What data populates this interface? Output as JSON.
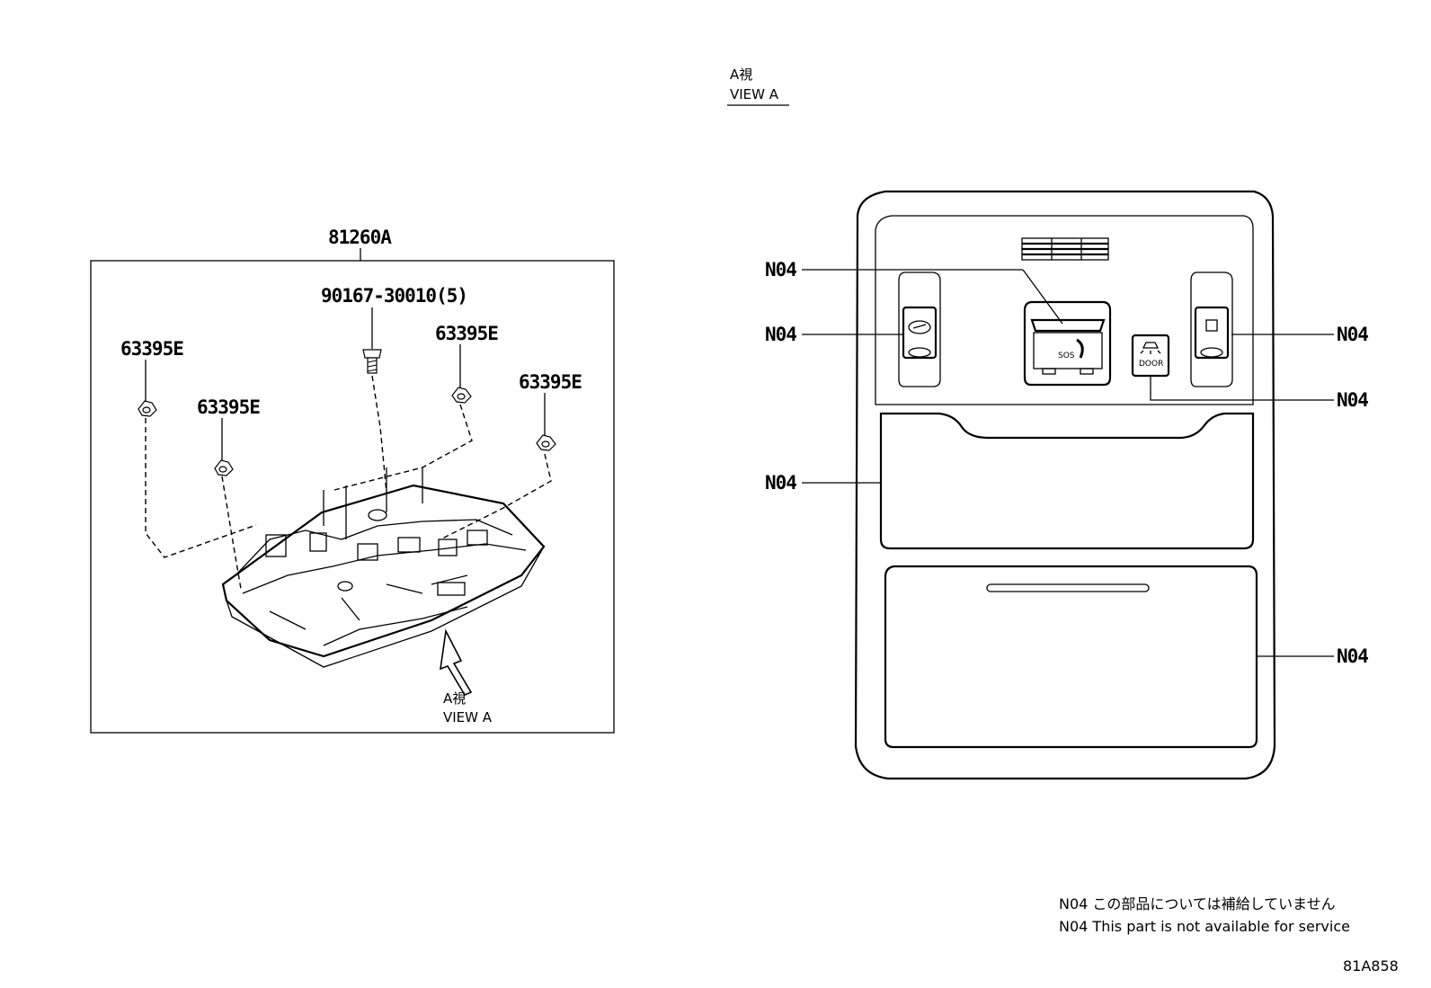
{
  "view_a_title": {
    "jp": "A視",
    "en": "VIEW A"
  },
  "assembly": {
    "main_label": "81260A",
    "bolt_label": "90167-30010(5)",
    "clip_labels": [
      "63395E",
      "63395E",
      "63395E",
      "63395E"
    ],
    "arrow_label": {
      "jp": "A視",
      "en": "VIEW A"
    }
  },
  "view_a": {
    "callouts": [
      "N04",
      "N04",
      "N04",
      "N04",
      "N04",
      "N04"
    ],
    "sos_text": "SOS",
    "door_text": "DOOR"
  },
  "notes": [
    "N04 この部品については補給していません",
    "N04 This part is not available for service"
  ],
  "figure_code": "81A858"
}
